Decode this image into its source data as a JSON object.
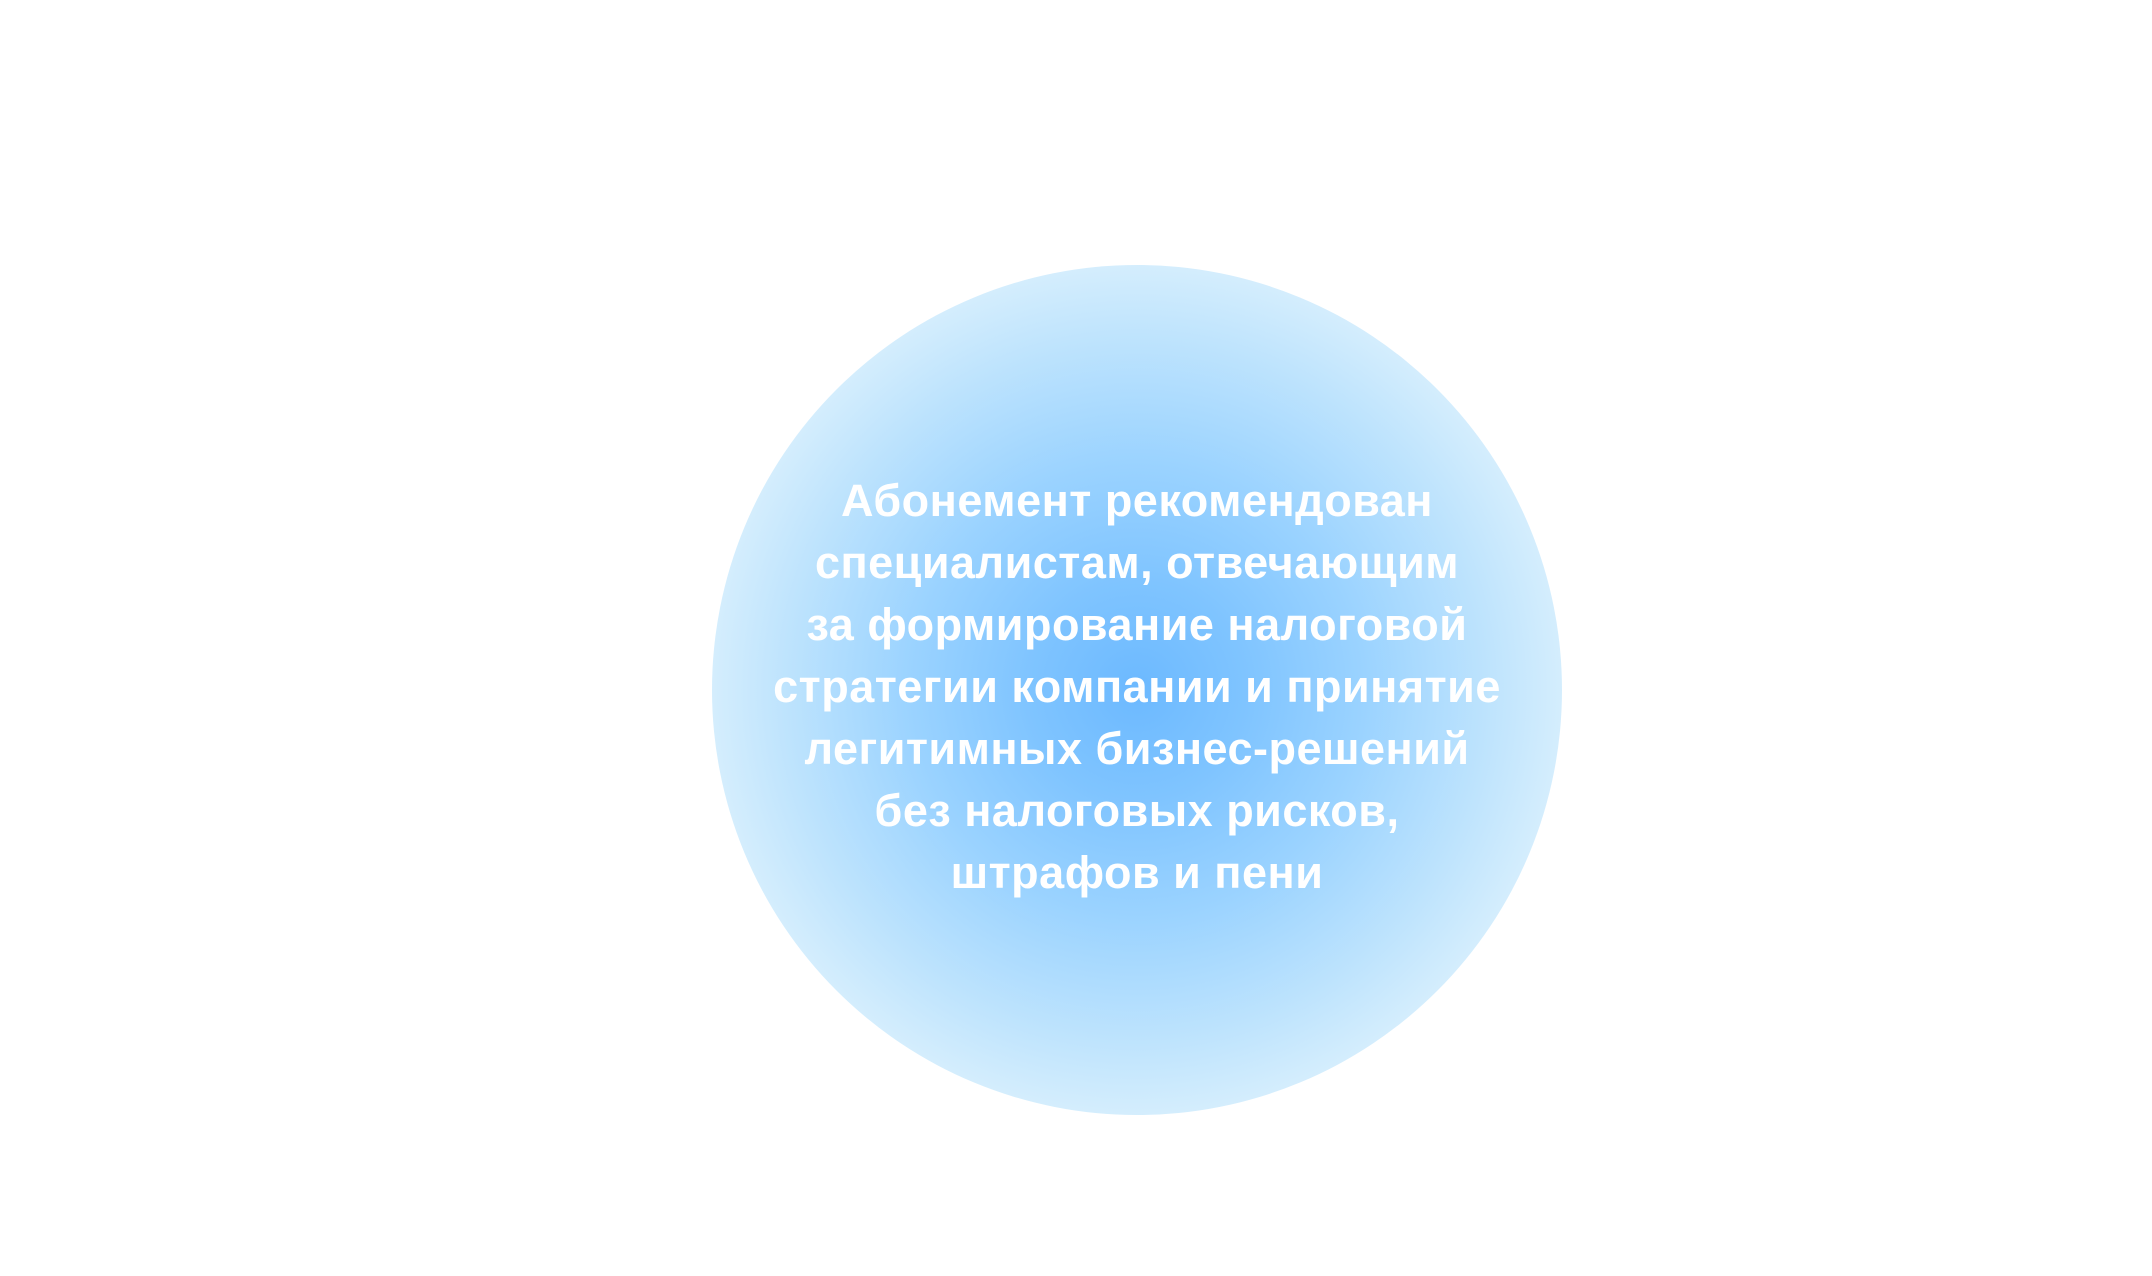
{
  "colors": {
    "center": "#6cb9ff",
    "edge": "#ffffff",
    "text": "#ffffff"
  },
  "message": {
    "lines": [
      "Абонемент рекомендован",
      "специалистам, отвечающим",
      "за формирование налоговой",
      "стратегии компании и принятие",
      "легитимных бизнес-решений",
      "без налоговых рисков,",
      "штрафов и пени"
    ]
  }
}
